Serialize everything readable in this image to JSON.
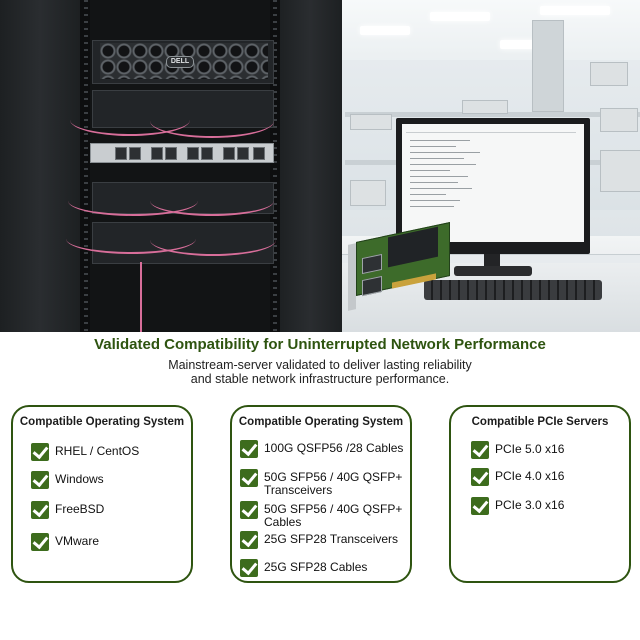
{
  "brand": {
    "accent": "#2e5410",
    "check_color": "#3d6c1d",
    "cable_color": "#d86e9a"
  },
  "photo": {
    "server_logo": "DELL"
  },
  "headline": "Validated Compatibility for Uninterrupted Network Performance",
  "subtext": "Mainstream-server validated to deliver lasting reliability and stable network infrastructure performance.",
  "cards": [
    {
      "title": "Compatible Operating System",
      "items": [
        "RHEL / CentOS",
        "Windows",
        "FreeBSD",
        "VMware"
      ]
    },
    {
      "title": "Compatible Operating System",
      "items": [
        "100G QSFP56 /28 Cables",
        "50G SFP56 / 40G QSFP+ Transceivers",
        "50G SFP56 / 40G QSFP+ Cables",
        "25G SFP28 Transceivers",
        "25G SFP28 Cables"
      ]
    },
    {
      "title": "Compatible PCIe Servers",
      "items": [
        "PCIe 5.0 x16",
        "PCIe 4.0 x16",
        "PCIe 3.0 x16"
      ]
    }
  ],
  "icons": {
    "check": "checkmark-icon"
  }
}
